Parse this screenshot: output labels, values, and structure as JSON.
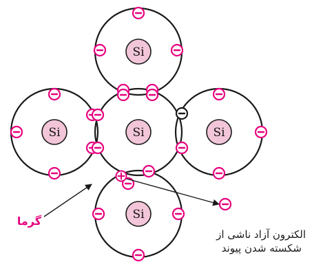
{
  "atom_symbol": "Si",
  "heat_label": "گرما",
  "free_electron_label_line1": "الکترون آزاد ناشی از",
  "free_electron_label_line2": "شکسته شدن پیوند",
  "colors": {
    "electron": "#e6007e",
    "nucleus_fill": "#f2c6d8",
    "orbit": "#1a1a1a"
  }
}
